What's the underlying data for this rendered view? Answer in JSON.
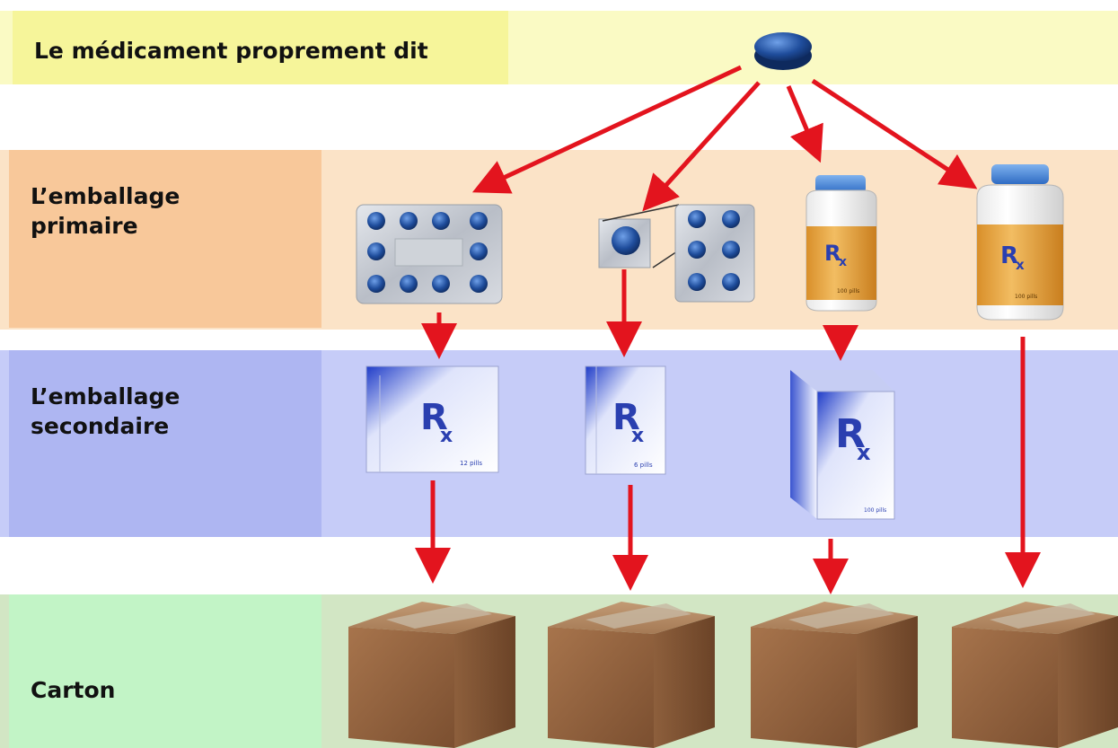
{
  "rows": {
    "medicament": {
      "label": "Le médicament proprement dit"
    },
    "primaire": {
      "label_line1": "L’emballage",
      "label_line2": "primaire"
    },
    "secondaire": {
      "label_line1": "L’emballage",
      "label_line2": "secondaire"
    },
    "carton": {
      "label": "Carton"
    }
  },
  "packages": {
    "bottle_small_label": "100 pills",
    "bottle_large_label": "100 pills",
    "box1_label": "12 pills",
    "box2_label": "6 pills",
    "box3_label": "100 pills",
    "rx_symbol": "R",
    "rx_sub": "x"
  },
  "colors": {
    "medicament_band": "#fafac4",
    "medicament_label_bg": "#f6f59a",
    "primaire_band": "#fbe3c7",
    "primaire_label_bg": "#f8c89a",
    "secondaire_band": "#c6ccf8",
    "secondaire_label_bg": "#aeb6f2",
    "carton_band": "#d2e6c4",
    "carton_label_bg": "#c2f4c6",
    "arrow": "#e3141e",
    "pill_blue": "#1f4d9c"
  }
}
